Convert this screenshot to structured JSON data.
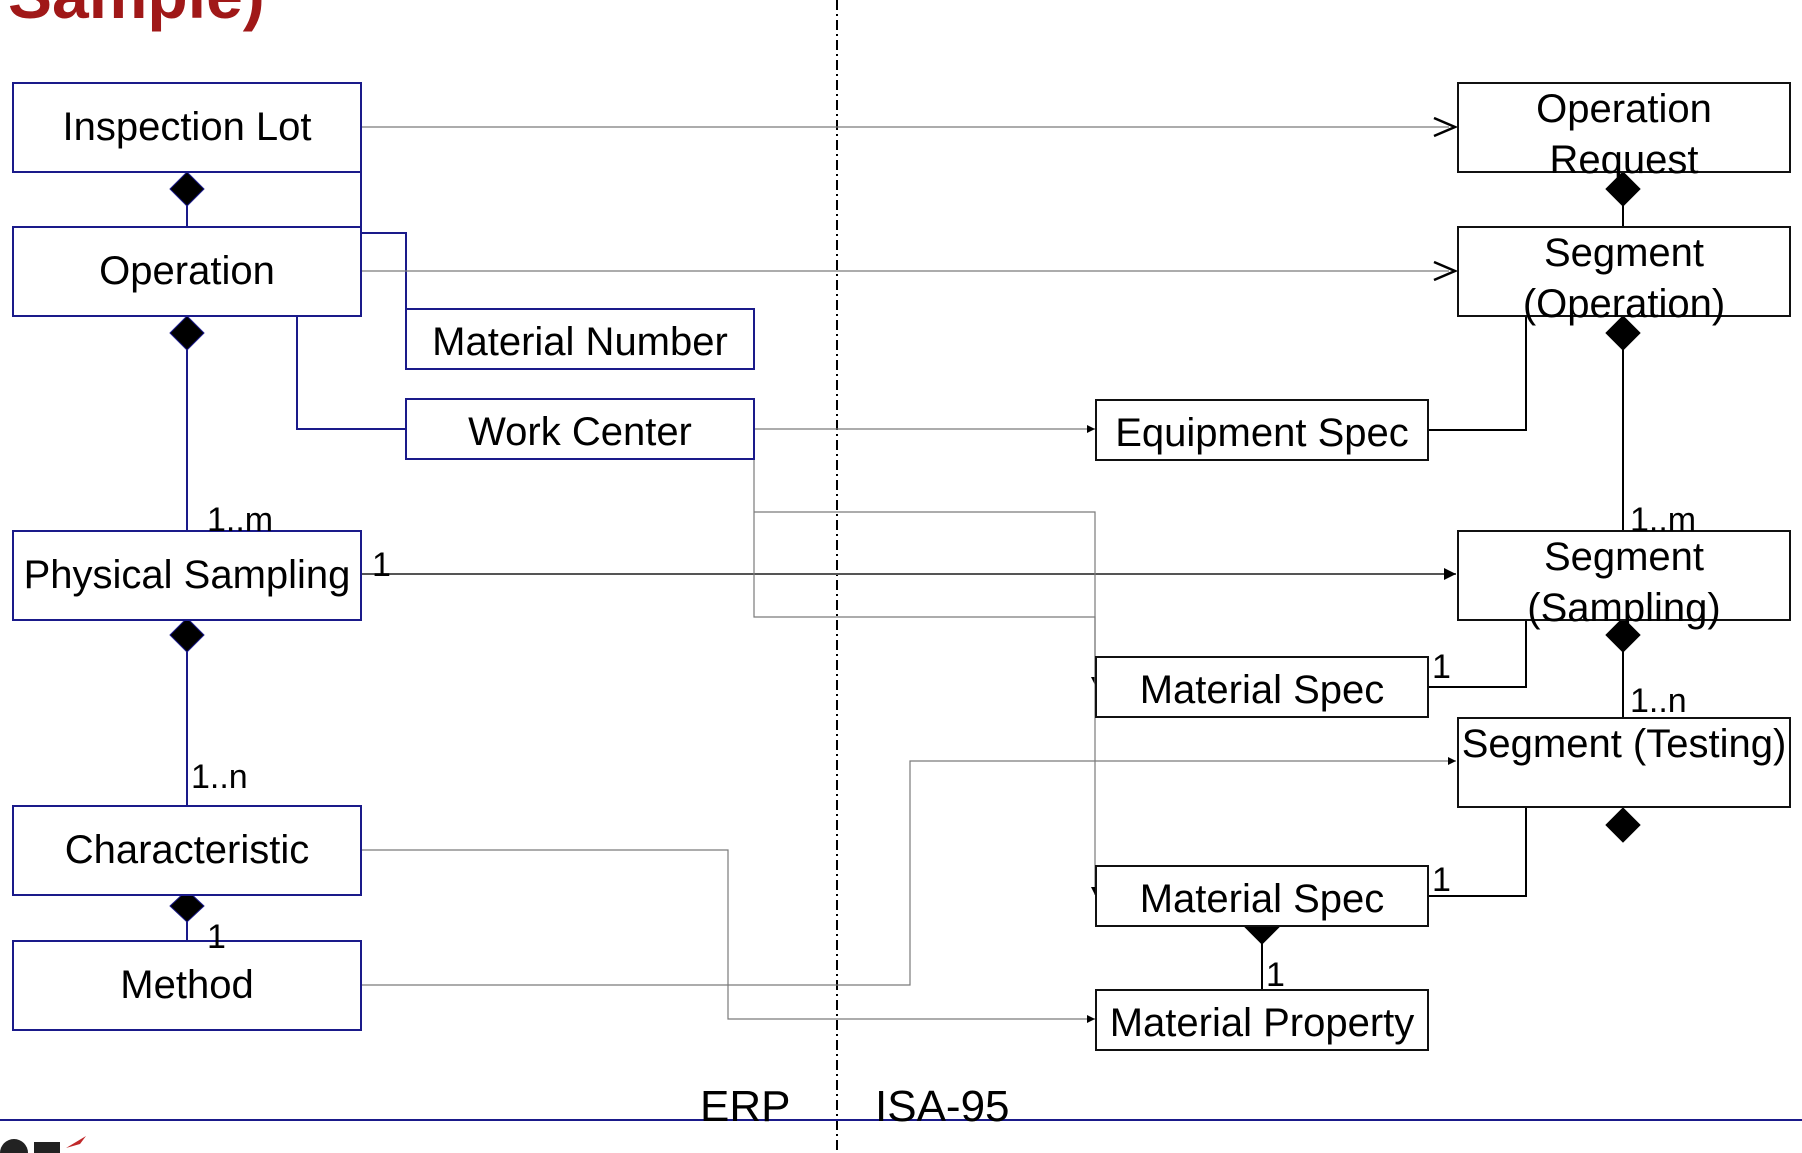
{
  "diagram": {
    "title": "Sample)",
    "erp_classes": {
      "inspection_lot": "Inspection Lot",
      "operation": "Operation",
      "physical_sampling": "Physical Sampling",
      "characteristic": "Characteristic",
      "method": "Method",
      "material_number": "Material Number",
      "work_center": "Work Center"
    },
    "isa_classes": {
      "operation_request": "Operation Request",
      "segment_operation": "Segment (Operation)",
      "equipment_spec": "Equipment Spec",
      "segment_sampling": "Segment (Sampling)",
      "material_spec_1": "Material Spec",
      "segment_testing": "Segment (Testing)",
      "material_spec_2": "Material Spec",
      "material_property": "Material Property"
    },
    "multiplicities": {
      "operation_to_sampling": "1..m",
      "physical_sampling_link": "1",
      "sampling_to_characteristic": "1..n",
      "characteristic_to_method": "1",
      "seg_operation_to_seg_sampling": "1..m",
      "material_spec_1_link": "1",
      "seg_sampling_to_seg_testing": "1..n",
      "material_spec_2_link": "1",
      "spec_to_property": "1"
    },
    "sides": {
      "left": "ERP",
      "right": "ISA-95"
    },
    "colors": {
      "title": "#a01818",
      "erp_border": "#1a1a8a",
      "isa_border": "#111111"
    }
  }
}
